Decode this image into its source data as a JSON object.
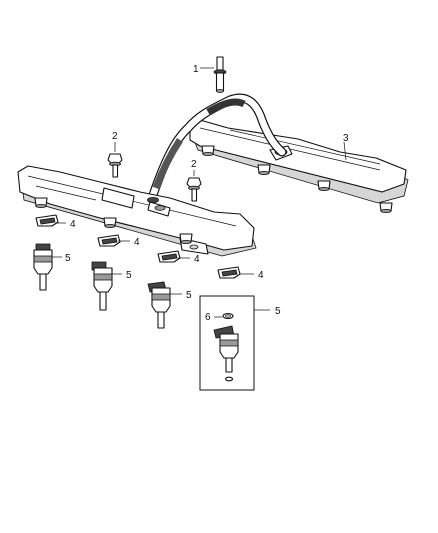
{
  "callouts": {
    "c1": "1",
    "c2a": "2",
    "c2b": "2",
    "c3": "3",
    "c4a": "4",
    "c4b": "4",
    "c4c": "4",
    "c4d": "4",
    "c5a": "5",
    "c5b": "5",
    "c5c": "5",
    "c5d": "5",
    "c6": "6"
  }
}
